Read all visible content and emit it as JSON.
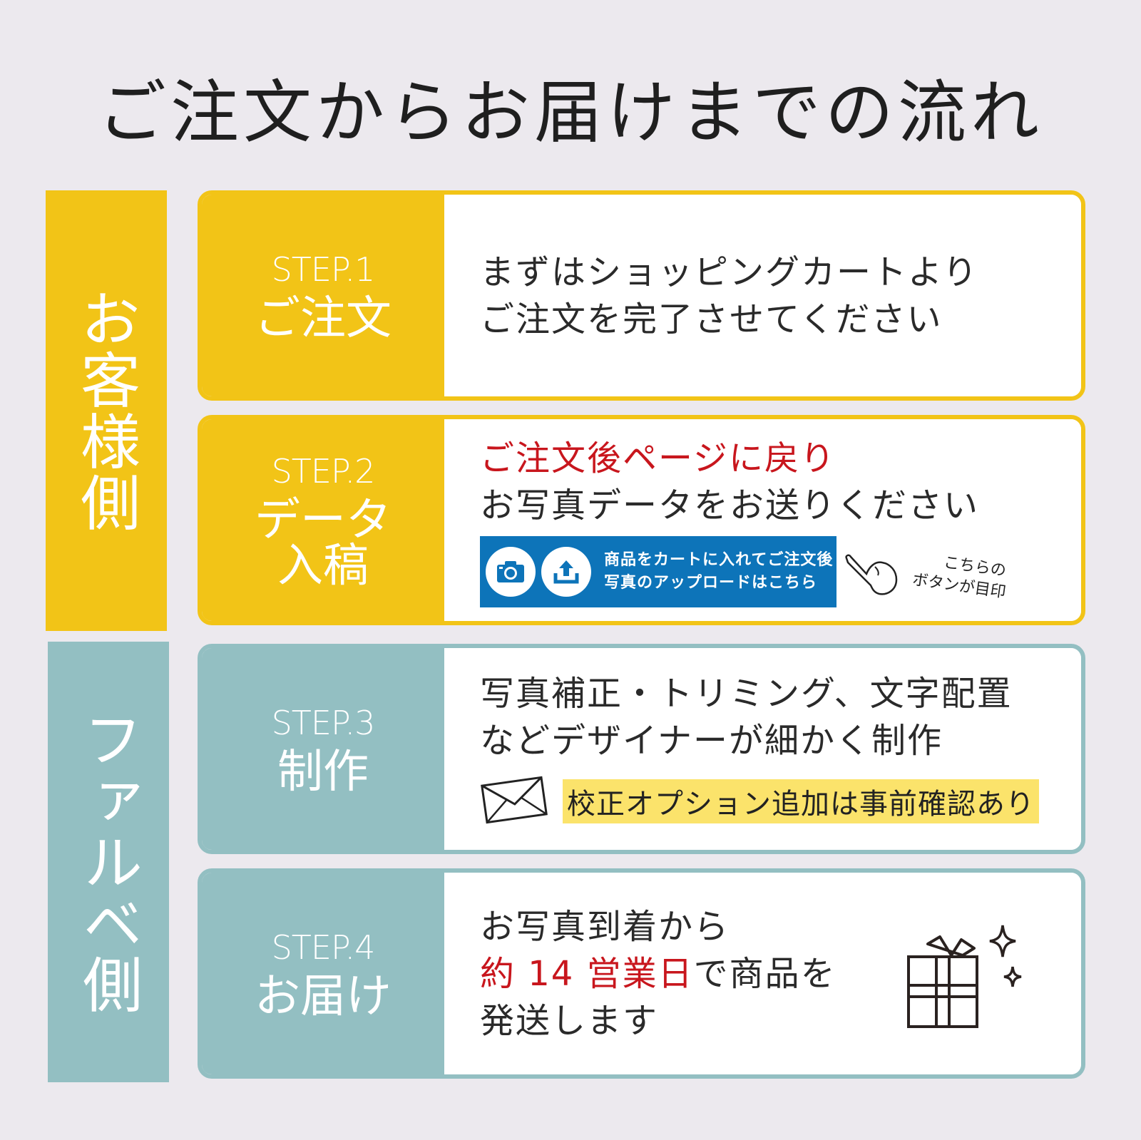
{
  "title": "ご注文からお届けまでの流れ",
  "colors": {
    "background": "#ece9ee",
    "customer_yellow": "#f2c417",
    "company_teal": "#93bfc2",
    "accent_red": "#c8161d",
    "button_blue": "#0d74b9",
    "highlight_yellow": "#fbe36b"
  },
  "sides": {
    "customer": {
      "label": "お客様側"
    },
    "company": {
      "label": "ファルベ側"
    }
  },
  "steps": [
    {
      "number": "STEP.1",
      "name": "ご注文",
      "lines": [
        "まずはショッピングカートより",
        "ご注文を完了させてください"
      ]
    },
    {
      "number": "STEP.2",
      "name_line1": "データ",
      "name_line2": "入稿",
      "highlight": "ご注文後ページに戻り",
      "line": "お写真データをお送りください",
      "button": {
        "line1": "商品をカートに入れてご注文後",
        "line2": "写真のアップロードはこちら",
        "icons": [
          "camera-icon",
          "upload-icon"
        ]
      },
      "note": {
        "line1": "こちらの",
        "line2": "ボタンが目印",
        "icon": "pointing-hand-icon"
      }
    },
    {
      "number": "STEP.3",
      "name": "制作",
      "lines": [
        "写真補正・トリミング、文字配置",
        "などデザイナーが細かく制作"
      ],
      "proof_note": "校正オプション追加は事前確認あり",
      "proof_icon": "envelope-icon"
    },
    {
      "number": "STEP.4",
      "name": "お届け",
      "line1": "お写真到着から",
      "highlight": "約 14 営業日",
      "line2_rest": "で商品を",
      "line3": "発送します",
      "icon": "gift-icon"
    }
  ]
}
